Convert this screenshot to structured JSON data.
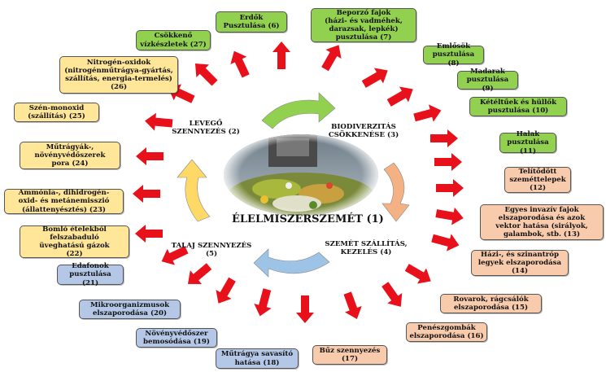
{
  "title": "ÉLELMISZERSZEMÉT (1)",
  "categories": [
    {
      "id": "c2",
      "text": "LEVEGŐ\nSZENNYEZÉS (2)"
    },
    {
      "id": "c3",
      "text": "BIODIVERZITÁS\nCSÖKKENÉSE (3)"
    },
    {
      "id": "c4",
      "text": "SZEMÉT SZÁLLÍTÁS,\nKEZELÉS (4)"
    },
    {
      "id": "c5",
      "text": "TALAJ SZENNYEZÉS\n(5)"
    }
  ],
  "boxes": [
    {
      "id": "b6",
      "text": "Erdők\nPusztulása (6)",
      "color": "#92d050"
    },
    {
      "id": "b7",
      "text": "Beporzó fajok\n(házi- és vadméhek,\ndarazsak, lepkék)\npusztulása (7)",
      "color": "#92d050"
    },
    {
      "id": "b8",
      "text": "Emlősök\npusztulása (8)",
      "color": "#92d050"
    },
    {
      "id": "b9",
      "text": "Madarak\npusztulása (9)",
      "color": "#92d050"
    },
    {
      "id": "b10",
      "text": "Kétéltűek és hüllők\npusztulása (10)",
      "color": "#92d050"
    },
    {
      "id": "b11",
      "text": "Halak\npusztulása (11)",
      "color": "#92d050"
    },
    {
      "id": "b12",
      "text": "Telítődött\nszeméttelepek\n(12)",
      "color": "#f8cbad"
    },
    {
      "id": "b13",
      "text": "Egyes invazív fajok\nelszaporodása és azok\nvektor hatása (sirályok,\ngalambok, stb. (13)",
      "color": "#f8cbad"
    },
    {
      "id": "b14",
      "text": "Házi-, és szinantróp\nlegyek elszaporodása\n(14)",
      "color": "#f8cbad"
    },
    {
      "id": "b15",
      "text": "Rovarok, rágcsálók\nelszaporodása (15)",
      "color": "#f8cbad"
    },
    {
      "id": "b16",
      "text": "Penészgombák\nelszaporodása (16)",
      "color": "#f8cbad"
    },
    {
      "id": "b17",
      "text": "Bűz szennyezés\n(17)",
      "color": "#f8cbad"
    },
    {
      "id": "b18",
      "text": "Műtrágya savasító\nhatása (18)",
      "color": "#b4c7e7"
    },
    {
      "id": "b19",
      "text": "Növényvédőszer\nbemosódása (19)",
      "color": "#b4c7e7"
    },
    {
      "id": "b20",
      "text": "Mikroorganizmusok\nelszaporodása (20)",
      "color": "#b4c7e7"
    },
    {
      "id": "b21",
      "text": "Edafonok\npusztulása (21)",
      "color": "#b4c7e7"
    },
    {
      "id": "b22",
      "text": "Bomló ételekből\nfelszabaduló\nüveghatású gázok\n(22)",
      "color": "#ffe699"
    },
    {
      "id": "b23",
      "text": "Ammónia-, dihidrogén-\noxid- és metánemisszió\n(állattenyésztés) (23)",
      "color": "#ffe699"
    },
    {
      "id": "b24",
      "text": "Műtrágyák-,\nnövényvédőszerek\npora (24)",
      "color": "#ffe699"
    },
    {
      "id": "b25",
      "text": "Szén-monoxid\n(szállítás) (25)",
      "color": "#ffe699"
    },
    {
      "id": "b26",
      "text": "Nitrogén-oxidok\n(nitrogénműtrágya-gyártás,\nszállítás, energia-termelés)\n(26)",
      "color": "#ffe699"
    },
    {
      "id": "b27",
      "text": "Csökkenő\nvízkészletek (27)",
      "color": "#92d050"
    }
  ],
  "colors": {
    "arrow": "#e8101a",
    "green_box": "#92d050",
    "yellow_box": "#ffe699",
    "orange_box": "#f8cbad",
    "blue_box": "#b4c7e7",
    "curved_arrow_green": "#92d050",
    "curved_arrow_orange": "#f4b183",
    "curved_arrow_blue": "#9dc3e6",
    "curved_arrow_yellow": "#ffd966"
  }
}
